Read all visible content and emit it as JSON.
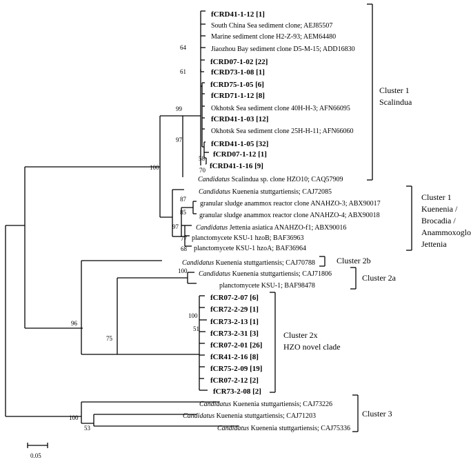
{
  "leaves": [
    {
      "id": "l1",
      "text": "fCRD41-1-12 [1]",
      "bold": true
    },
    {
      "id": "l2",
      "text": "South China Sea sediment clone; AEJ85507"
    },
    {
      "id": "l3",
      "text": "Marine sediment clone H2-Z-93; AEM64480"
    },
    {
      "id": "l4",
      "text": "Jiaozhou Bay sediment clone D5-M-15; ADD16830"
    },
    {
      "id": "l5",
      "text": "fCRD07-1-02 [22]",
      "bold": true
    },
    {
      "id": "l6",
      "text": "fCRD73-1-08 [1]",
      "bold": true
    },
    {
      "id": "l7",
      "text": "fCRD75-1-05 [6]",
      "bold": true
    },
    {
      "id": "l8",
      "text": "fCRD71-1-12 [8]",
      "bold": true
    },
    {
      "id": "l9",
      "text": "Okhotsk Sea sediment clone 40H-H-3; AFN66095"
    },
    {
      "id": "l10",
      "text": "fCRD41-1-03 [12]",
      "bold": true
    },
    {
      "id": "l11",
      "text": "Okhotsk Sea sediment clone 25H-H-11; AFN66060"
    },
    {
      "id": "l12",
      "text": "fCRD41-1-05 [32]",
      "bold": true
    },
    {
      "id": "l13",
      "text": "fCRD07-1-12 [1]",
      "bold": true
    },
    {
      "id": "l14",
      "text": "fCRD41-1-16 [9]",
      "bold": true
    },
    {
      "id": "l15",
      "italic": "Candidatus",
      "text": "Scalindua sp. clone HZO10; CAQ57909"
    },
    {
      "id": "l16",
      "italic": "Candidatus",
      "text": "Kuenenia stuttgartiensis; CAJ72085"
    },
    {
      "id": "l17",
      "text": "granular sludge anammox reactor clone ANAHZO-3; ABX90017"
    },
    {
      "id": "l18",
      "text": "granular sludge anammox reactor clone ANAHZO-4; ABX90018"
    },
    {
      "id": "l19",
      "italic": "Candidatus",
      "text": "Jettenia asiatica ANAHZO-f1; ABX90016"
    },
    {
      "id": "l20",
      "text": "planctomycete KSU-1 hzoB; BAF36963"
    },
    {
      "id": "l21",
      "text": "planctomycete KSU-1 hzoA; BAF36964"
    },
    {
      "id": "l22",
      "italic": "Candidatus",
      "text": "Kuenenia stuttgartiensis; CAJ70788"
    },
    {
      "id": "l23",
      "italic": "Candidatus",
      "text": "Kuenenia stuttgartiensis; CAJ71806"
    },
    {
      "id": "l24",
      "text": "planctomycete KSU-1; BAF98478"
    },
    {
      "id": "l25",
      "text": "fCR07-2-07 [6]",
      "bold": true
    },
    {
      "id": "l26",
      "text": "fCR72-2-29 [1]",
      "bold": true
    },
    {
      "id": "l27",
      "text": "fCR73-2-13 [1]",
      "bold": true
    },
    {
      "id": "l28",
      "text": "fCR73-2-31 [3]",
      "bold": true
    },
    {
      "id": "l29",
      "text": "fCR07-2-01 [26]",
      "bold": true
    },
    {
      "id": "l30",
      "text": "fCR41-2-16 [8]",
      "bold": true
    },
    {
      "id": "l31",
      "text": "fCR75-2-09 [19]",
      "bold": true
    },
    {
      "id": "l32",
      "text": "fCR07-2-12 [2]",
      "bold": true
    },
    {
      "id": "l33",
      "text": "fCR73-2-08 [2]",
      "bold": true
    },
    {
      "id": "l34",
      "italic": "Candidatus",
      "text": "Kuenenia stuttgartiensis; CAJ73226"
    },
    {
      "id": "l35",
      "italic": "Candidatus",
      "text": "Kuenenia stuttgartiensis; CAJ71203"
    },
    {
      "id": "l36",
      "italic": "Candidatus",
      "text": "Kuenenia stuttgartiensis; CAJ75336"
    }
  ],
  "bootstrap": [
    "64",
    "61",
    "99",
    "97",
    "58",
    "70",
    "100",
    "87",
    "85",
    "97",
    "77",
    "68",
    "96",
    "100",
    "75",
    "100",
    "51",
    "100",
    "53"
  ],
  "clusters": [
    {
      "id": "c1",
      "lines": [
        "Cluster 1",
        "Scalindua"
      ]
    },
    {
      "id": "c2",
      "lines": [
        "Cluster 1",
        "Kuenenia /",
        "Brocadia /",
        "Anammoxoglobus /",
        "Jettenia"
      ]
    },
    {
      "id": "c3",
      "lines": [
        "Cluster 2b"
      ]
    },
    {
      "id": "c4",
      "lines": [
        "Cluster 2a"
      ]
    },
    {
      "id": "c5",
      "lines": [
        "Cluster 2x",
        "HZO novel clade"
      ]
    },
    {
      "id": "c6",
      "lines": [
        "Cluster 3"
      ]
    }
  ],
  "scale_bar": {
    "label": "0.05"
  }
}
